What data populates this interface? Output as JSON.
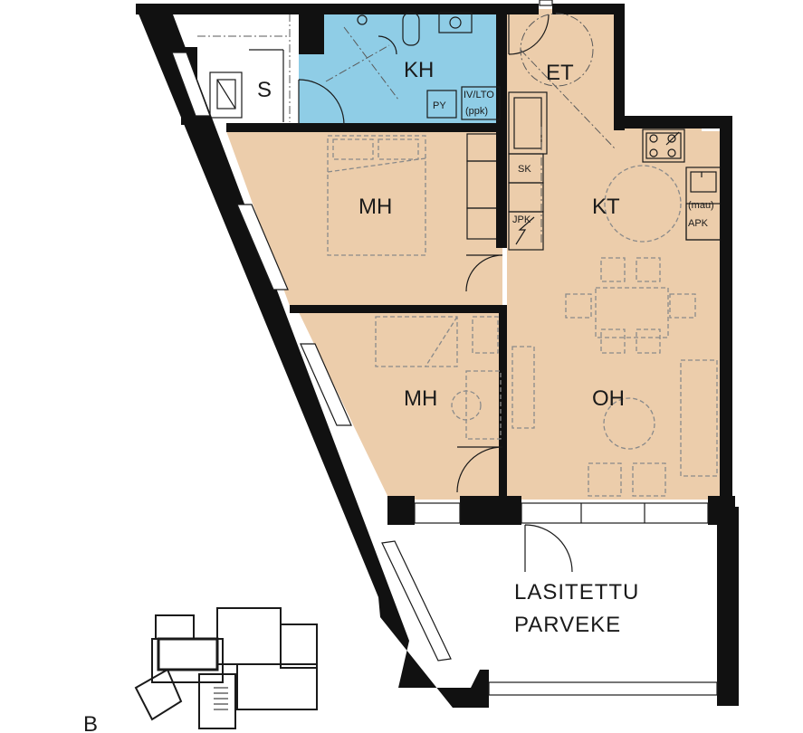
{
  "rooms": {
    "kh": "KH",
    "s": "S",
    "et": "ET",
    "mh_upper": "MH",
    "kt": "KT",
    "mh_lower": "MH",
    "oh": "OH"
  },
  "fixtures": {
    "py": "PY",
    "iv_lto": "IV/LTO",
    "iv_lto_sub": "(ppk)",
    "sk": "SK",
    "jpk": "JPK",
    "mau": "(mau)",
    "apk": "APK"
  },
  "balcony": {
    "line1": "LASITETTU",
    "line2": "PARVEKE"
  },
  "key_plan": {
    "letter": "B"
  },
  "colors": {
    "room_fill": "#eccdab",
    "bathroom_fill": "#8fcde6",
    "wall": "#111111"
  }
}
